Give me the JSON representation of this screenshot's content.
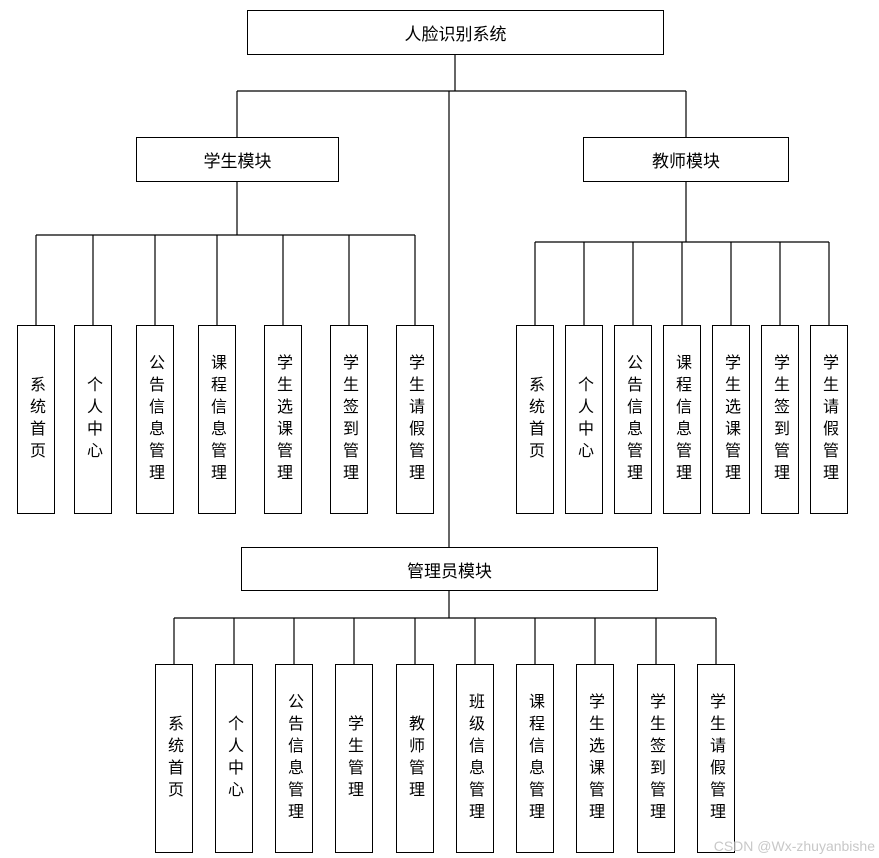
{
  "root": {
    "label": "人脸识别系统"
  },
  "student": {
    "label": "学生模块",
    "children": [
      "系统首页",
      "个人中心",
      "公告信息管理",
      "课程信息管理",
      "学生选课管理",
      "学生签到管理",
      "学生请假管理"
    ]
  },
  "teacher": {
    "label": "教师模块",
    "children": [
      "系统首页",
      "个人中心",
      "公告信息管理",
      "课程信息管理",
      "学生选课管理",
      "学生签到管理",
      "学生请假管理"
    ]
  },
  "admin": {
    "label": "管理员模块",
    "children": [
      "系统首页",
      "个人中心",
      "公告信息管理",
      "学生管理",
      "教师管理",
      "班级信息管理",
      "课程信息管理",
      "学生选课管理",
      "学生签到管理",
      "学生请假管理"
    ]
  },
  "watermark": "CSDN @Wx-zhuyanbishe"
}
